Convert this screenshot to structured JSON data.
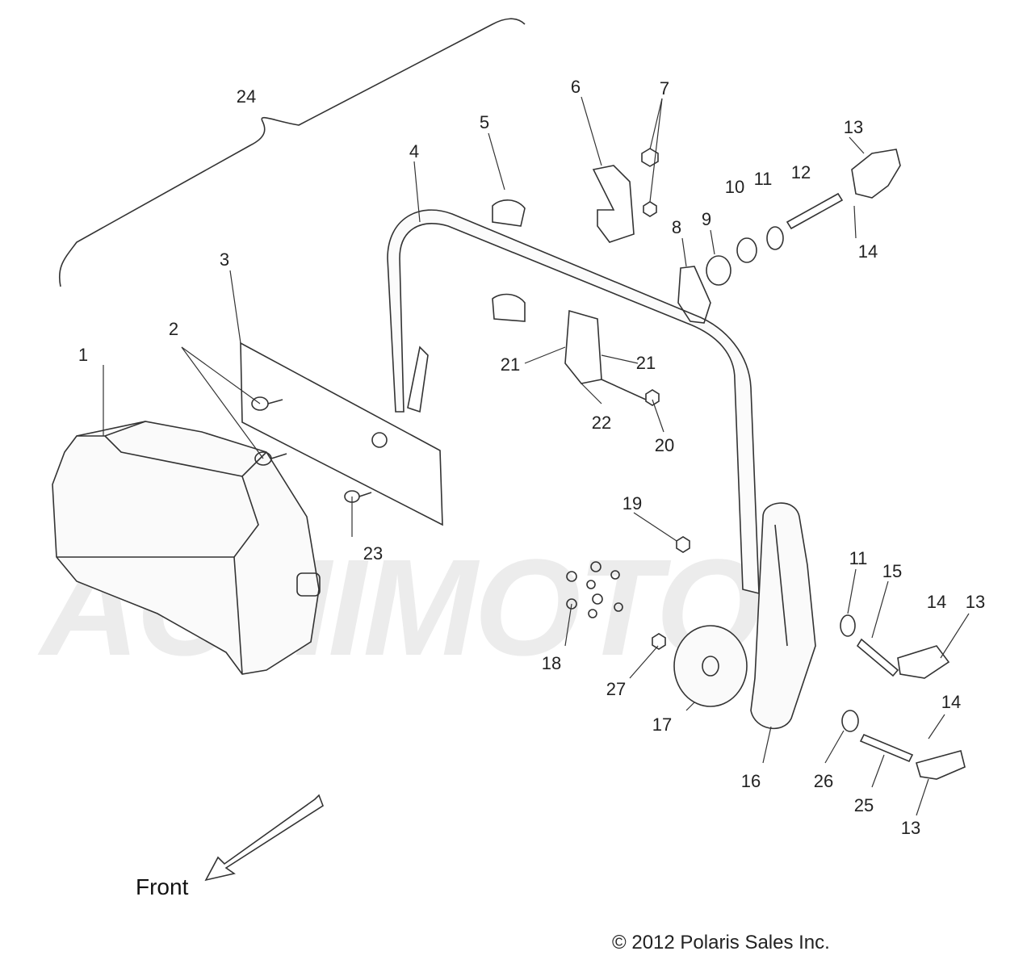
{
  "watermark": "ACHIMOTO",
  "front_label": "Front",
  "copyright": "© 2012 Polaris Sales Inc.",
  "callouts": [
    "24",
    "6",
    "7",
    "5",
    "4",
    "13",
    "12",
    "11",
    "10",
    "9",
    "14",
    "8",
    "3",
    "1",
    "2",
    "21",
    "21",
    "22",
    "20",
    "23",
    "19",
    "11",
    "15",
    "14",
    "13",
    "18",
    "27",
    "17",
    "16",
    "26",
    "25",
    "14",
    "13"
  ]
}
